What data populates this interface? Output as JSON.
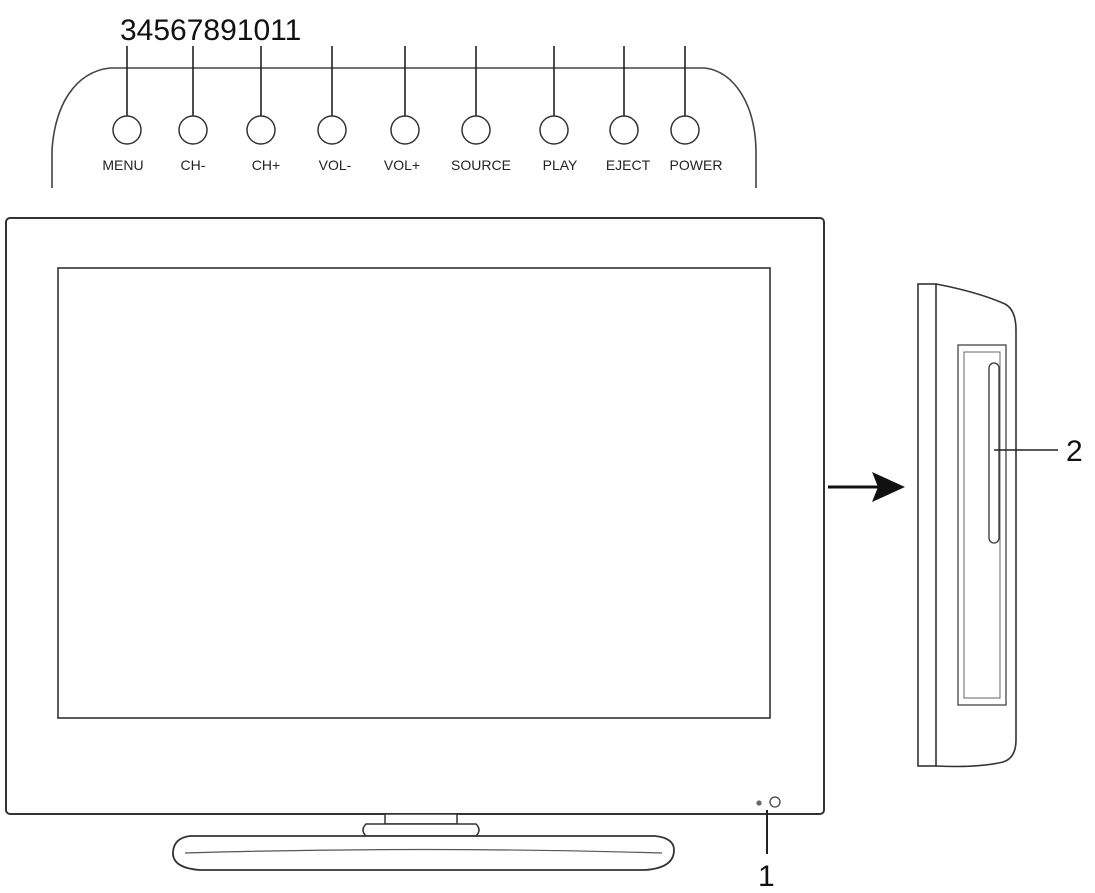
{
  "top_callout_numbers": "34567891011",
  "buttons": [
    {
      "label": "MENU"
    },
    {
      "label": "CH-"
    },
    {
      "label": "CH+"
    },
    {
      "label": "VOL-"
    },
    {
      "label": "VOL+"
    },
    {
      "label": "SOURCE"
    },
    {
      "label": "PLAY"
    },
    {
      "label": "EJECT"
    },
    {
      "label": "POWER"
    }
  ],
  "callouts": {
    "ir_sensor": "1",
    "disc_slot": "2"
  }
}
